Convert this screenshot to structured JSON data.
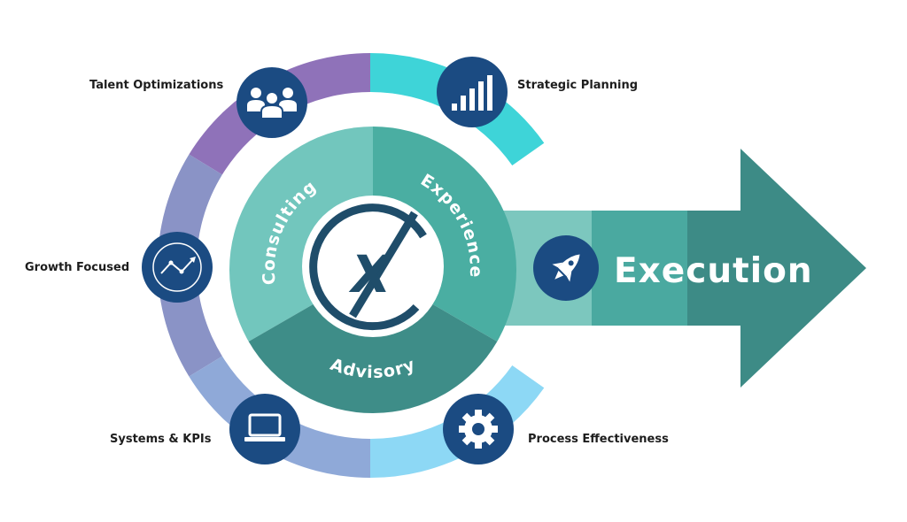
{
  "nodes": {
    "talent": "Talent Optimizations",
    "strategic": "Strategic Planning",
    "growth": "Growth Focused",
    "systems": "Systems & KPIs",
    "process": "Process Effectiveness"
  },
  "core": {
    "consulting": "Consulting",
    "experience": "Experience",
    "advisory": "Advisory",
    "logo_letter": "X"
  },
  "arrow": {
    "label": "Execution"
  },
  "icons": {
    "talent": "people-group-icon",
    "strategic": "bar-chart-icon",
    "growth": "trend-line-icon",
    "systems": "laptop-icon",
    "process": "gear-icon",
    "execution": "rocket-icon"
  },
  "colors": {
    "arc_purple": "#8f72b9",
    "arc_lavender": "#8a93c6",
    "arc_periwinkle": "#8fa9d8",
    "arc_teal": "#3ed4d8",
    "arc_skyblue": "#8dd8f5",
    "circle_navy": "#1b4b82",
    "seg_consulting": "#72c6bd",
    "seg_experience": "#4aaea2",
    "seg_advisory": "#3e8d88",
    "arrow_light": "#7cc7be",
    "arrow_mid": "#4aa9a0",
    "arrow_dark": "#3d8b86",
    "logo_navy": "#1f4d6a"
  }
}
